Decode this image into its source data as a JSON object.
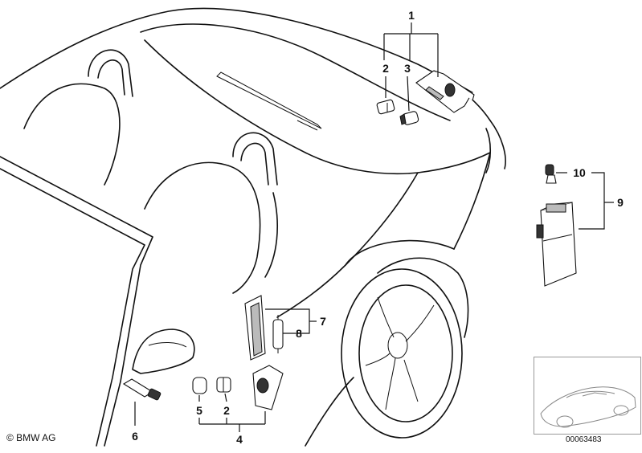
{
  "diagram": {
    "callouts": [
      {
        "id": "c1",
        "label": "1"
      },
      {
        "id": "c2a",
        "label": "2"
      },
      {
        "id": "c3",
        "label": "3"
      },
      {
        "id": "c10",
        "label": "10"
      },
      {
        "id": "c9",
        "label": "9"
      },
      {
        "id": "c7",
        "label": "7"
      },
      {
        "id": "c8",
        "label": "8"
      },
      {
        "id": "c5",
        "label": "5"
      },
      {
        "id": "c2b",
        "label": "2"
      },
      {
        "id": "c4",
        "label": "4"
      },
      {
        "id": "c6",
        "label": "6"
      }
    ],
    "copyright": "© BMW AG",
    "reference_number": "00063483"
  }
}
